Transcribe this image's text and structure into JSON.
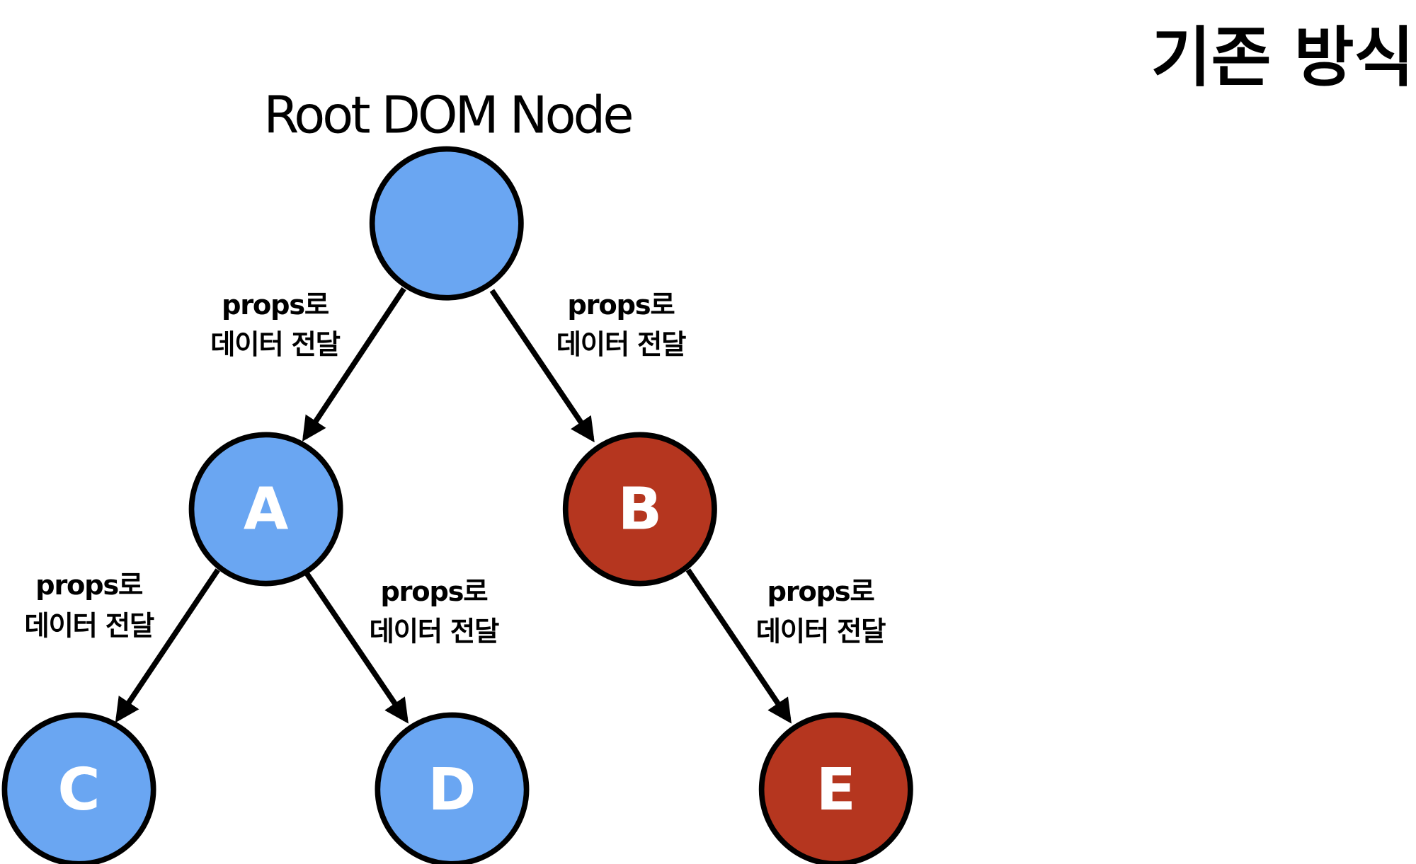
{
  "title": "기존 방식",
  "root_label": "Root DOM Node",
  "colors": {
    "blue": "#6aa6f2",
    "red": "#b5361f",
    "stroke": "#000000"
  },
  "nodes": {
    "root": {
      "label": "",
      "color": "#6aa6f2"
    },
    "a": {
      "label": "A",
      "color": "#6aa6f2"
    },
    "b": {
      "label": "B",
      "color": "#b5361f"
    },
    "c": {
      "label": "C",
      "color": "#6aa6f2"
    },
    "d": {
      "label": "D",
      "color": "#6aa6f2"
    },
    "e": {
      "label": "E",
      "color": "#b5361f"
    }
  },
  "edges": [
    {
      "from": "root",
      "to": "a",
      "line1": "props로",
      "line2": "데이터 전달"
    },
    {
      "from": "root",
      "to": "b",
      "line1": "props로",
      "line2": "데이터 전달"
    },
    {
      "from": "a",
      "to": "c",
      "line1": "props로",
      "line2": "데이터 전달"
    },
    {
      "from": "a",
      "to": "d",
      "line1": "props로",
      "line2": "데이터 전달"
    },
    {
      "from": "b",
      "to": "e",
      "line1": "props로",
      "line2": "데이터 전달"
    }
  ]
}
